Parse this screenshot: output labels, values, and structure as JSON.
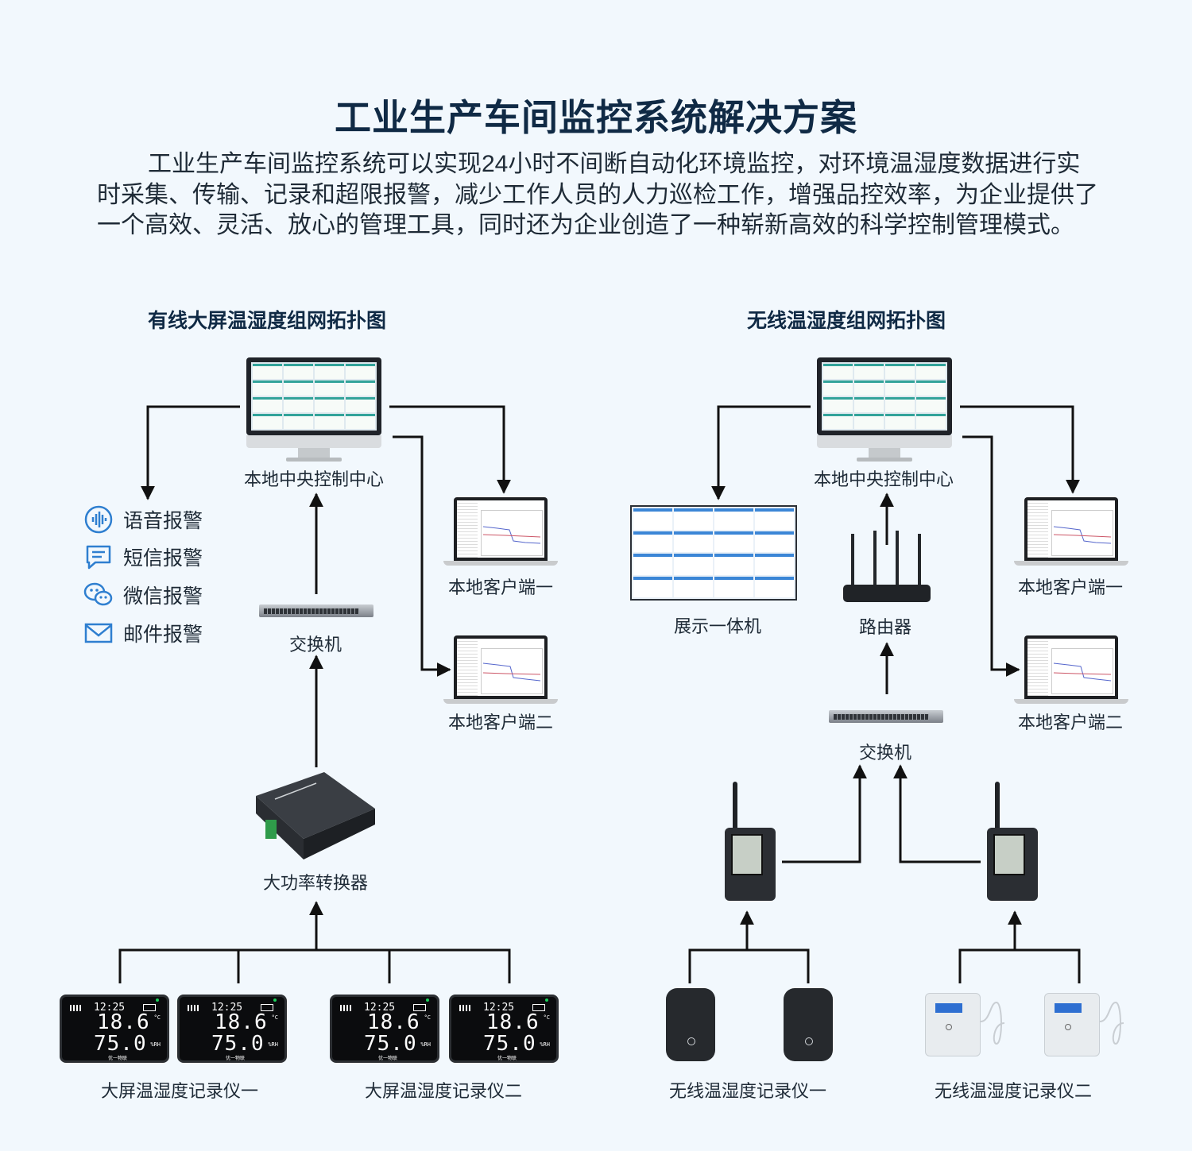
{
  "title": "工业生产车间监控系统解决方案",
  "intro": "工业生产车间监控系统可以实现24小时不间断自动化环境监控，对环境温湿度数据进行实时采集、传输、记录和超限报警，减少工作人员的人力巡检工作，增强品控效率，为企业提供了一个高效、灵活、放心的管理工具，同时还为企业创造了一种崭新高效的科学控制管理模式。",
  "wired": {
    "title": "有线大屏温湿度组网拓扑图",
    "center": "本地中央控制中心",
    "client1": "本地客户端一",
    "client2": "本地客户端二",
    "switch": "交换机",
    "converter": "大功率转换器",
    "recorder1": "大屏温湿度记录仪一",
    "recorder2": "大屏温湿度记录仪二",
    "alarms": [
      {
        "label": "语音报警",
        "icon": "voice-icon"
      },
      {
        "label": "短信报警",
        "icon": "sms-icon"
      },
      {
        "label": "微信报警",
        "icon": "wechat-icon"
      },
      {
        "label": "邮件报警",
        "icon": "mail-icon"
      }
    ],
    "device_text": {
      "time": "12:25",
      "temp": "18.6",
      "hum": "75.0",
      "unit_t": "°C",
      "unit_h": "%RH",
      "brand": "优一物联"
    }
  },
  "wireless": {
    "title": "无线温湿度组网拓扑图",
    "center": "本地中央控制中心",
    "display": "展示一体机",
    "router": "路由器",
    "switch": "交换机",
    "client1": "本地客户端一",
    "client2": "本地客户端二",
    "recorder1": "无线温湿度记录仪一",
    "recorder2": "无线温湿度记录仪二"
  },
  "colors": {
    "line": "#111111",
    "heading": "#102a45",
    "icon": "#2f7fd0"
  }
}
